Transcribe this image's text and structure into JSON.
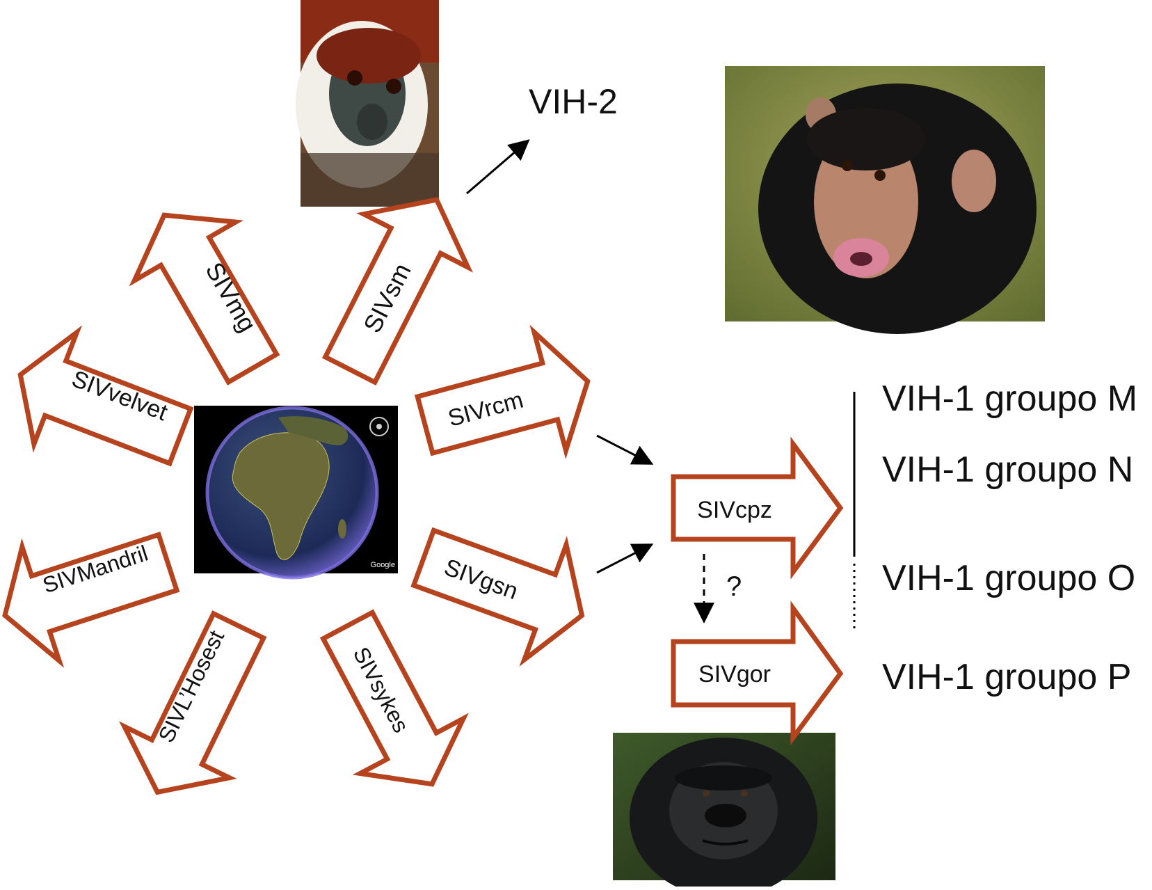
{
  "colors": {
    "arrow_stroke": "#B5431E",
    "arrow_fill": "#FFFFFF",
    "line": "#000000",
    "text": "#111111"
  },
  "labels": {
    "hiv2": "VIH-2",
    "groupM": "VIH-1 groupo M",
    "groupN": "VIH-1 groupo N",
    "groupO": "VIH-1 groupo O",
    "groupP": "VIH-1 groupo P",
    "question": "?"
  },
  "arrows": {
    "sm": "SIVsm",
    "mg": "SIVmg",
    "velvet": "SIVvelvet",
    "rcm": "SIVrcm",
    "gsn": "SIVgsn",
    "mandril": "SIVMandril",
    "lhoest": "SIVL’Hosest",
    "sykes": "SIVsykes",
    "cpz": "SIVcpz",
    "gor": "SIVgor"
  },
  "images": {
    "mangabey": "mangabey-photo",
    "chimp": "chimpanzee-photo",
    "globe": "globe-africa-map",
    "gorilla": "gorilla-photo",
    "globe_watermark": "Google"
  }
}
